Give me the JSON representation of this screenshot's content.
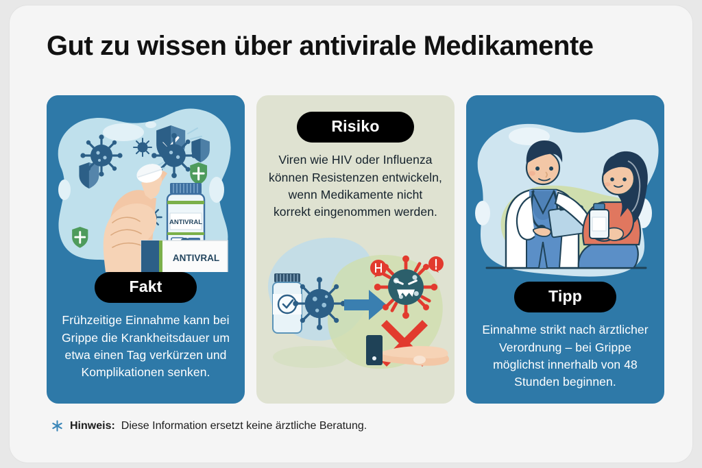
{
  "page": {
    "title": "Gut zu wissen über antivirale Medikamente",
    "background_color": "#f5f5f5",
    "outer_background_color": "#e8e8e8"
  },
  "colors": {
    "card_blue": "#2e79a8",
    "card_green": "#dfe2d1",
    "badge_black": "#000000",
    "badge_text": "#ffffff",
    "accent_blue": "#3a7fb0",
    "virus_blue": "#2c5f87",
    "virus_red": "#e23a2e",
    "skin": "#f0c3a4",
    "blob_light_blue": "#bfe0ec",
    "blob_green": "#d3e0b8"
  },
  "cards": [
    {
      "id": "fakt",
      "theme": "blue",
      "layout": "illustration-first",
      "badge": "Fakt",
      "body": "Frühzeitige Einnahme kann bei Grippe die Krankheitsdauer um etwa einen Tag verkürzen und Komplikationen senken.",
      "illustration": {
        "name": "hand-holding-pill-with-antiviral-medicine",
        "labels": {
          "bottle": "ANTIVRAL",
          "box": "ANTIVRAL"
        },
        "elements": [
          "hand",
          "pill",
          "medicine-bottle",
          "medicine-box",
          "virus-particles",
          "shield-icons"
        ]
      }
    },
    {
      "id": "risiko",
      "theme": "green",
      "layout": "text-first",
      "badge": "Risiko",
      "body": "Viren wie HIV oder Influenza können Resistenzen entwickeln, wenn Medikamente nicht korrekt eingenommen werden.",
      "illustration": {
        "name": "virus-resistance-development",
        "labels": {},
        "elements": [
          "medicine-bottle-check",
          "blue-virus",
          "arrow-right",
          "angry-red-virus",
          "red-cross",
          "open-hand"
        ]
      }
    },
    {
      "id": "tipp",
      "theme": "blue",
      "layout": "illustration-first",
      "badge": "Tipp",
      "body": "Einnahme strikt nach ärztlicher Verordnung – bei Grippe möglichst innerhalb von 48 Stunden beginnen.",
      "illustration": {
        "name": "doctor-consulting-patient",
        "labels": {},
        "elements": [
          "doctor",
          "stethoscope",
          "clipboard",
          "patient",
          "medicine-bottle"
        ]
      }
    }
  ],
  "footer": {
    "icon": "asterisk-icon",
    "label": "Hinweis:",
    "text": "Diese Information ersetzt keine ärztliche Beratung."
  }
}
